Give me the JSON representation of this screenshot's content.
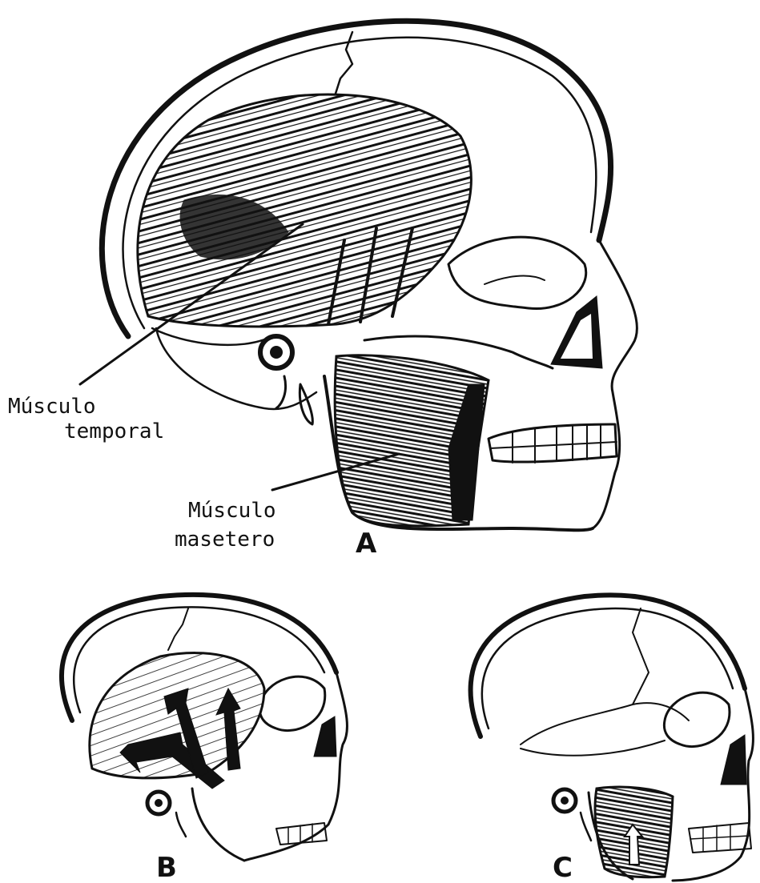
{
  "panels": {
    "a": {
      "letter": "A",
      "labels": {
        "temporal_line1": "Músculo",
        "temporal_line2": "temporal",
        "masetero_line1": "Músculo",
        "masetero_line2": "masetero"
      }
    },
    "b": {
      "letter": "B"
    },
    "c": {
      "letter": "C"
    }
  },
  "colors": {
    "ink": "#111111",
    "paper": "#ffffff"
  }
}
